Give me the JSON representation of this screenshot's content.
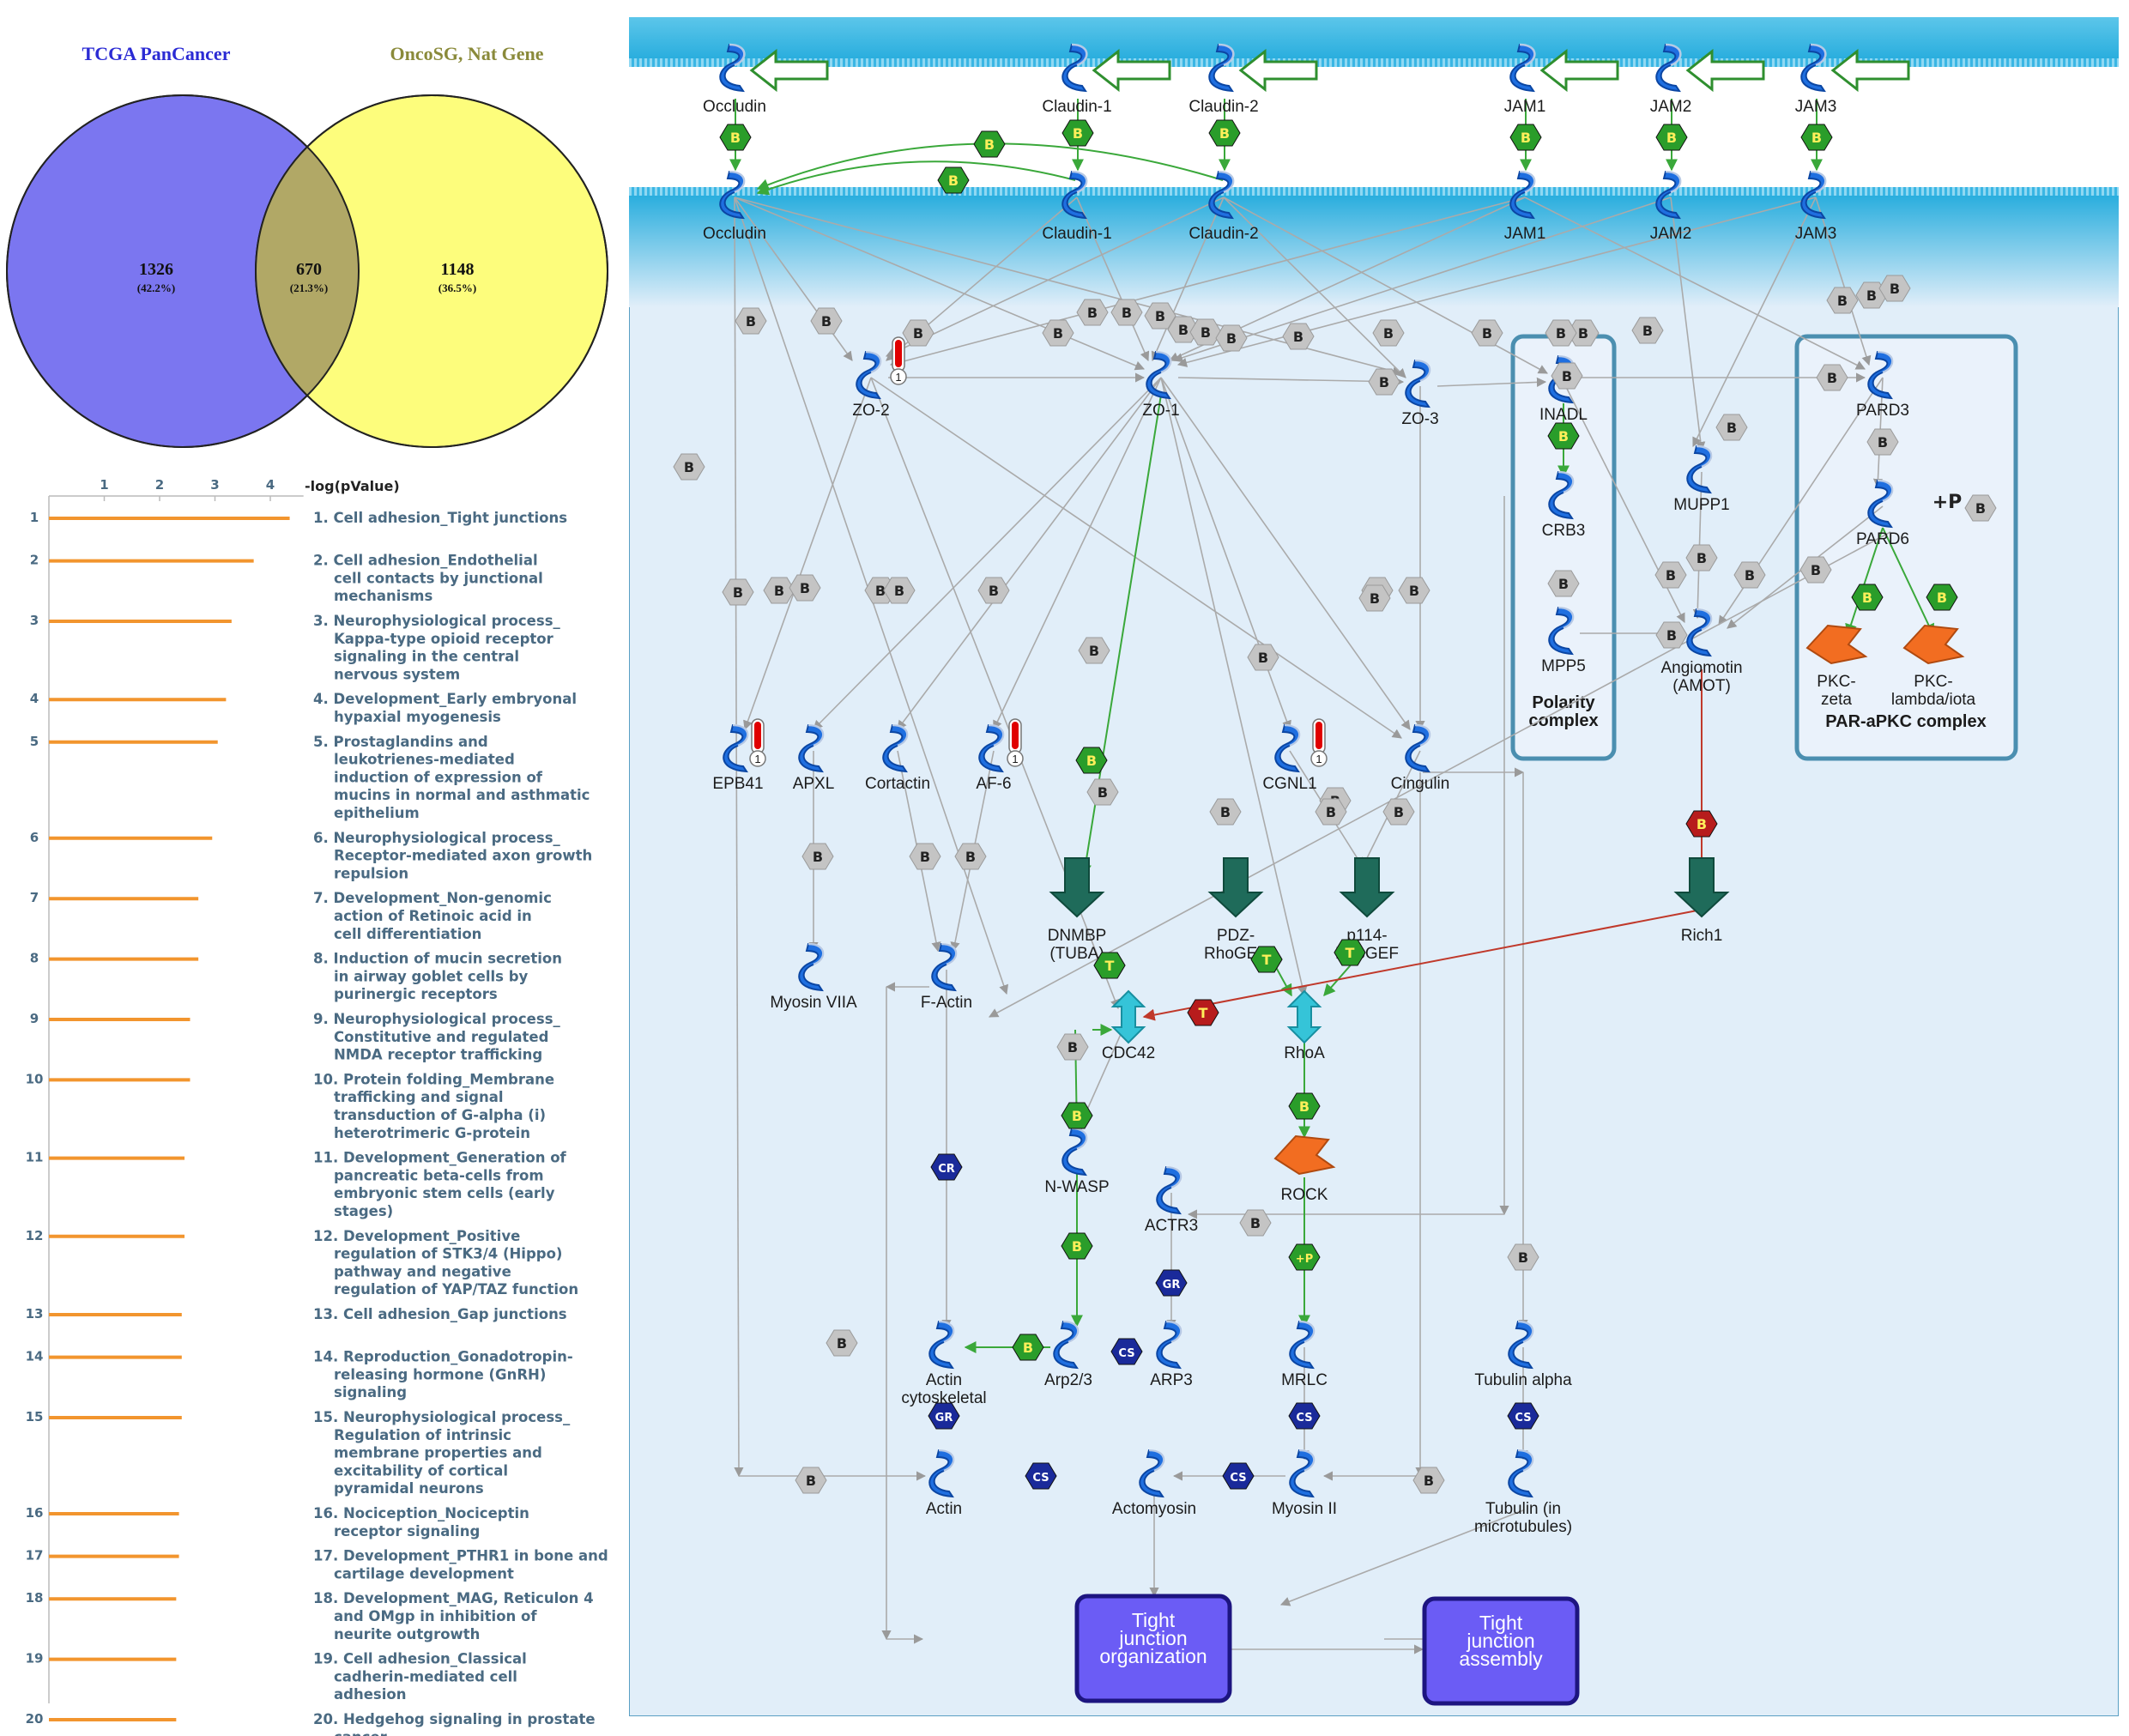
{
  "venn": {
    "left_label": "TCGA PanCancer",
    "right_label": "OncoSG, Nat Gene",
    "left_only": {
      "count": "1326",
      "pct": "(42.2%)"
    },
    "overlap": {
      "count": "670",
      "pct": "(21.3%)"
    },
    "right_only": {
      "count": "1148",
      "pct": "(36.5%)"
    },
    "colors": {
      "left": "#7b76f0",
      "right": "#fdfd7c",
      "overlap": "#b1a866",
      "left_text": "#2b2bd4",
      "right_text": "#8a8a3a"
    }
  },
  "bar_chart": {
    "axis_title": "-log(pValue)",
    "ticks": [
      "1",
      "2",
      "3",
      "4"
    ],
    "bar_color": "#f2952e",
    "items": [
      {
        "rank": "1",
        "value": 4.35,
        "lines": [
          "1. Cell adhesion_Tight junctions"
        ]
      },
      {
        "rank": "2",
        "value": 3.7,
        "lines": [
          "2. Cell adhesion_Endothelial",
          "cell contacts by junctional",
          "mechanisms"
        ]
      },
      {
        "rank": "3",
        "value": 3.3,
        "lines": [
          "3. Neurophysiological process_",
          "Kappa-type opioid receptor",
          "signaling in the central",
          "nervous system"
        ]
      },
      {
        "rank": "4",
        "value": 3.2,
        "lines": [
          "4. Development_Early embryonal",
          "hypaxial myogenesis"
        ]
      },
      {
        "rank": "5",
        "value": 3.05,
        "lines": [
          "5. Prostaglandins and",
          "leukotrienes-mediated",
          "induction of expression of",
          "mucins in normal and asthmatic",
          "epithelium"
        ]
      },
      {
        "rank": "6",
        "value": 2.95,
        "lines": [
          "6. Neurophysiological process_",
          "Receptor-mediated axon growth",
          "repulsion"
        ]
      },
      {
        "rank": "7",
        "value": 2.7,
        "lines": [
          "7. Development_Non-genomic",
          "action of Retinoic acid in",
          "cell differentiation"
        ]
      },
      {
        "rank": "8",
        "value": 2.7,
        "lines": [
          "8. Induction of mucin secretion",
          "in airway goblet cells by",
          "purinergic receptors"
        ]
      },
      {
        "rank": "9",
        "value": 2.55,
        "lines": [
          "9. Neurophysiological process_",
          "Constitutive and regulated",
          "NMDA receptor trafficking"
        ]
      },
      {
        "rank": "10",
        "value": 2.55,
        "lines": [
          "10. Protein folding_Membrane",
          "trafficking and signal",
          "transduction of G-alpha (i)",
          "heterotrimeric G-protein"
        ]
      },
      {
        "rank": "11",
        "value": 2.45,
        "lines": [
          "11. Development_Generation of",
          "pancreatic beta-cells from",
          "embryonic stem cells (early",
          "stages)"
        ]
      },
      {
        "rank": "12",
        "value": 2.45,
        "lines": [
          "12. Development_Positive",
          "regulation of STK3/4 (Hippo)",
          "pathway and negative",
          "regulation of YAP/TAZ function"
        ]
      },
      {
        "rank": "13",
        "value": 2.4,
        "lines": [
          "13. Cell adhesion_Gap junctions"
        ]
      },
      {
        "rank": "14",
        "value": 2.4,
        "lines": [
          "14. Reproduction_Gonadotropin-",
          "releasing hormone (GnRH)",
          "signaling"
        ]
      },
      {
        "rank": "15",
        "value": 2.4,
        "lines": [
          "15. Neurophysiological process_",
          "Regulation of intrinsic",
          "membrane properties and",
          "excitability of cortical",
          "pyramidal neurons"
        ]
      },
      {
        "rank": "16",
        "value": 2.35,
        "lines": [
          "16. Nociception_Nociceptin",
          "receptor signaling"
        ]
      },
      {
        "rank": "17",
        "value": 2.35,
        "lines": [
          "17. Development_PTHR1 in bone and",
          "cartilage development"
        ]
      },
      {
        "rank": "18",
        "value": 2.3,
        "lines": [
          "18. Development_MAG, Reticulon 4",
          "and OMgp in inhibition of",
          "neurite outgrowth"
        ]
      },
      {
        "rank": "19",
        "value": 2.3,
        "lines": [
          "19. Cell adhesion_Classical",
          "cadherin-mediated cell",
          "adhesion"
        ]
      },
      {
        "rank": "20",
        "value": 2.3,
        "lines": [
          "20. Hedgehog signaling in prostate",
          "cancer"
        ]
      }
    ]
  },
  "pathway": {
    "colors": {
      "protein": "#1f6fe0",
      "membrane": "#29aee3",
      "cell_bg": "#e1eef9",
      "box": "#4b8fb0",
      "green_hex": "#2a9d2a",
      "grey_hex": "#c4c4c4",
      "red_hex": "#b71c1c",
      "blue_hex": "#1a2a9a",
      "arrow_dark": "#1f6b5a",
      "outcome_box": "#6b5cf5",
      "kinase": "#f26d21",
      "gtpase": "#35c4d8"
    },
    "receptors": [
      {
        "key": "occludin",
        "label": "Occludin"
      },
      {
        "key": "claudin1",
        "label": "Claudin-1"
      },
      {
        "key": "claudin2",
        "label": "Claudin-2"
      },
      {
        "key": "jam1",
        "label": "JAM1"
      },
      {
        "key": "jam2",
        "label": "JAM2"
      },
      {
        "key": "jam3",
        "label": "JAM3"
      }
    ],
    "nodes": {
      "zo2": "ZO-2",
      "zo1": "ZO-1",
      "zo3": "ZO-3",
      "inadl": "INADL",
      "crb3": "CRB3",
      "mpp5": "MPP5",
      "mupp1": "MUPP1",
      "amot": [
        "Angiomotin",
        "(AMOT)"
      ],
      "pard3": "PARD3",
      "pard6": "PARD6",
      "pkcz": [
        "PKC-",
        "zeta"
      ],
      "pkcl": [
        "PKC-",
        "lambda/iota"
      ],
      "epb41": "EPB41",
      "apxl": "APXL",
      "cortactin": "Cortactin",
      "af6": "AF-6",
      "cgnl1": "CGNL1",
      "cingulin": "Cingulin",
      "dnmbp": [
        "DNMBP",
        "(TUBA)"
      ],
      "pdz": [
        "PDZ-",
        "RhoGEF"
      ],
      "p114": [
        "p114-",
        "RhoGEF"
      ],
      "rich1": "Rich1",
      "myosin7a": "Myosin VIIA",
      "factin": "F-Actin",
      "cdc42": "CDC42",
      "rhoa": "RhoA",
      "nwasp": "N-WASP",
      "rock": "ROCK",
      "actr3": "ACTR3",
      "arp3": "ARP3",
      "arp23": "Arp2/3",
      "mrlc": "MRLC",
      "tubalpha": "Tubulin alpha",
      "actincyto": [
        "Actin",
        "cytoskeletal"
      ],
      "actin": "Actin",
      "actomyosin": "Actomyosin",
      "myosin2": "Myosin II",
      "tubmicro": [
        "Tubulin (in",
        "microtubules)"
      ]
    },
    "complexes": {
      "polarity": [
        "Polarity",
        "complex"
      ],
      "par": "PAR-aPKC complex"
    },
    "outcomes": {
      "organization": [
        "Tight",
        "junction",
        "organization"
      ],
      "assembly": [
        "Tight",
        "junction",
        "assembly"
      ]
    },
    "badges": {
      "binding": "B",
      "transformation": "T",
      "phosphorylation": "+P",
      "complex_subunit": "CS",
      "group_relation": "GR",
      "cleavage": "CR"
    },
    "thermo_value": "1"
  }
}
